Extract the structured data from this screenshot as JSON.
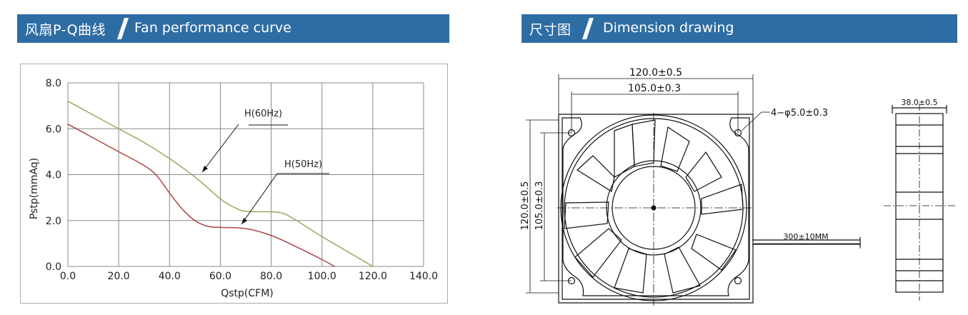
{
  "left_header": {
    "zh": "风扇P-Q曲线",
    "en": "Fan performance curve"
  },
  "right_header": {
    "zh": "尺寸图",
    "en": "Dimension drawing"
  },
  "colors": {
    "header_bg": "#2e6da4",
    "curve_60hz": "#9aa760",
    "curve_50hz": "#b04444",
    "grid": "#8a8a8a"
  },
  "chart_data": {
    "type": "line",
    "xlabel": "Qstp(CFM)",
    "ylabel": "Pstp(mmAq)",
    "xlim": [
      0,
      140
    ],
    "ylim": [
      0,
      8
    ],
    "x_ticks": [
      "0.0",
      "20.0",
      "40.0",
      "60.0",
      "80.0",
      "100.0",
      "120.0",
      "140.0"
    ],
    "y_ticks": [
      "0.0",
      "2.0",
      "4.0",
      "6.0",
      "8.0"
    ],
    "grid": true,
    "series": [
      {
        "name": "H(60Hz)",
        "x": [
          0,
          10,
          20,
          30,
          40,
          50,
          60,
          65,
          70,
          80,
          85,
          90,
          100,
          110,
          120
        ],
        "y": [
          7.2,
          6.6,
          6.0,
          5.4,
          4.7,
          3.9,
          2.95,
          2.6,
          2.4,
          2.38,
          2.3,
          2.0,
          1.3,
          0.65,
          0.0
        ]
      },
      {
        "name": "H(50Hz)",
        "x": [
          0,
          10,
          20,
          30,
          35,
          40,
          45,
          50,
          55,
          60,
          70,
          80,
          90,
          100,
          105
        ],
        "y": [
          6.2,
          5.6,
          5.0,
          4.4,
          3.95,
          3.2,
          2.5,
          2.0,
          1.75,
          1.7,
          1.65,
          1.35,
          0.85,
          0.3,
          0.0
        ]
      }
    ]
  },
  "dimension": {
    "overall_width": "120.0±0.5",
    "hole_spacing": "105.0±0.3",
    "hole_spec": "4−φ5.0±0.3",
    "overall_height": "120.0±0.5",
    "hole_spacing_v": "105.0±0.3",
    "cable_length": "300±10MM",
    "thickness": "38.0±0.5"
  }
}
